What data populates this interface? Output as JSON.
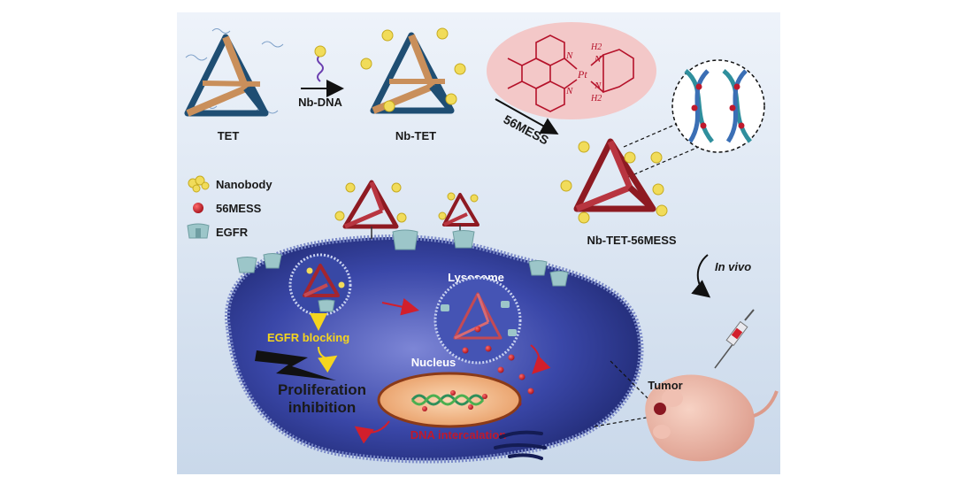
{
  "labels": {
    "tet": "TET",
    "nb_dna": "Nb-DNA",
    "nb_tet": "Nb-TET",
    "mess_arrow": "56MESS",
    "nb_tet_56mess": "Nb-TET-56MESS",
    "in_vivo": "In vivo",
    "lysosome": "Lysosome",
    "egfr_blocking": "EGFR blocking",
    "nucleus": "Nucleus",
    "proliferation": "Proliferation",
    "inhibition": "inhibition",
    "dna_intercalation": "DNA intercalation",
    "tumor": "Tumor"
  },
  "legend": [
    {
      "label": "Nanobody",
      "icon": "nanobody-icon"
    },
    {
      "label": "56MESS",
      "icon": "red-sphere-icon"
    },
    {
      "label": "EGFR",
      "icon": "receptor-icon"
    }
  ],
  "chem": {
    "h2_top": "H2",
    "h2_bottom": "H2",
    "n_top": "N",
    "n_bottom": "N",
    "n_left_top": "N",
    "n_left_bottom": "N",
    "pt": "Pt"
  },
  "colors": {
    "background": "#dfe9f4",
    "tet_blue": "#1f4e73",
    "tet_orange": "#c98f5b",
    "tet_red": "#8e1a22",
    "nanobody": "#f1dc5a",
    "cell": "#2b3a86",
    "nucleus": "#f3b98a",
    "chem_bubble": "#f3c8c8"
  }
}
